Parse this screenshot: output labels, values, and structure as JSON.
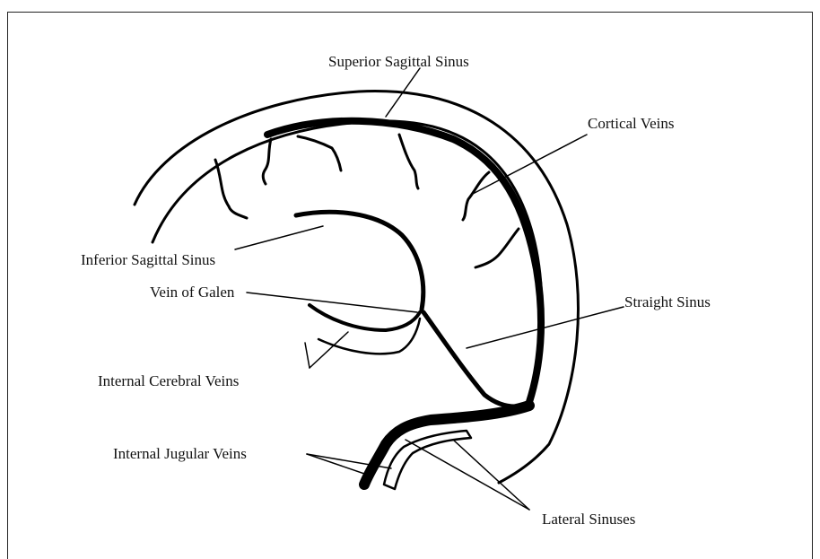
{
  "diagram": {
    "labels": {
      "superior_sagittal_sinus": "Superior Sagittal Sinus",
      "cortical_veins": "Cortical Veins",
      "inferior_sagittal_sinus": "Inferior Sagittal Sinus",
      "vein_of_galen": "Vein of Galen",
      "straight_sinus": "Straight Sinus",
      "internal_cerebral_veins": "Internal Cerebral Veins",
      "internal_jugular_veins": "Internal Jugular Veins",
      "lateral_sinuses": "Lateral Sinuses"
    }
  }
}
